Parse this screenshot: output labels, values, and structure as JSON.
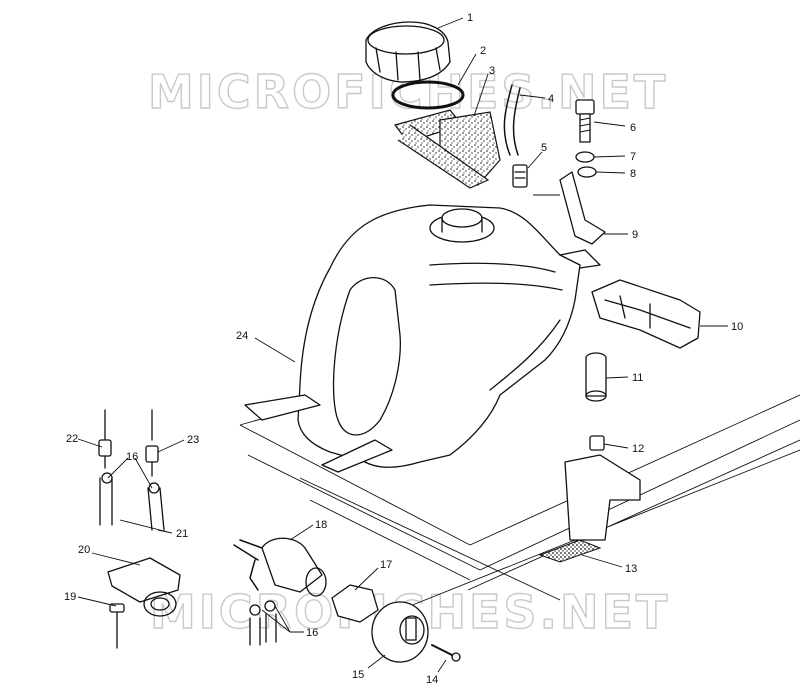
{
  "watermark": {
    "top": "MICROFICHES.NET",
    "bottom": "MICROFICHES.NET"
  },
  "callouts": {
    "c1": "1",
    "c2": "2",
    "c3": "3",
    "c4": "4",
    "c5": "5",
    "c6": "6",
    "c7": "7",
    "c8": "8",
    "c9": "9",
    "c10": "10",
    "c11": "11",
    "c12": "12",
    "c13": "13",
    "c14": "14",
    "c15": "15",
    "c16a": "16",
    "c16b": "16",
    "c17": "17",
    "c18": "18",
    "c19": "19",
    "c20": "20",
    "c21": "21",
    "c22": "22",
    "c23": "23",
    "c24": "24"
  }
}
